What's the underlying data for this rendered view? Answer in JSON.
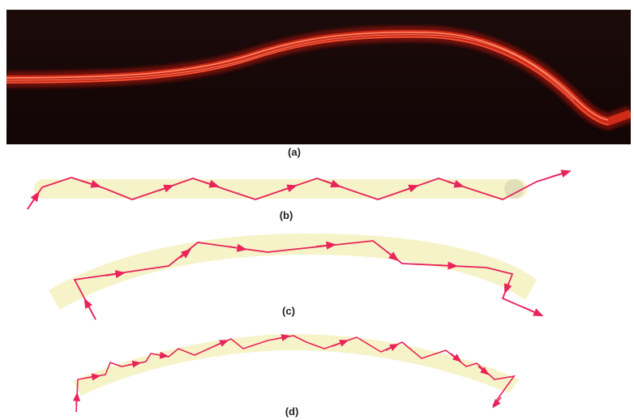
{
  "colors": {
    "photo_background": "#1a0808",
    "fiber_glow": "#ff3a1a",
    "fiber_core": "#ff7a5a",
    "cladding_fill": "#f6f3c8",
    "ray_color": "#e8245a"
  },
  "panels": [
    {
      "id": "a",
      "label": "(a)",
      "kind": "photograph of light traveling through a bent glowing rod"
    },
    {
      "id": "b",
      "label": "(b)",
      "kind": "straight light pipe with zig-zag ray"
    },
    {
      "id": "c",
      "label": "(c)",
      "kind": "gently curved light pipe with ray"
    },
    {
      "id": "d",
      "label": "(d)",
      "kind": "curved light pipe with many reflections"
    }
  ]
}
